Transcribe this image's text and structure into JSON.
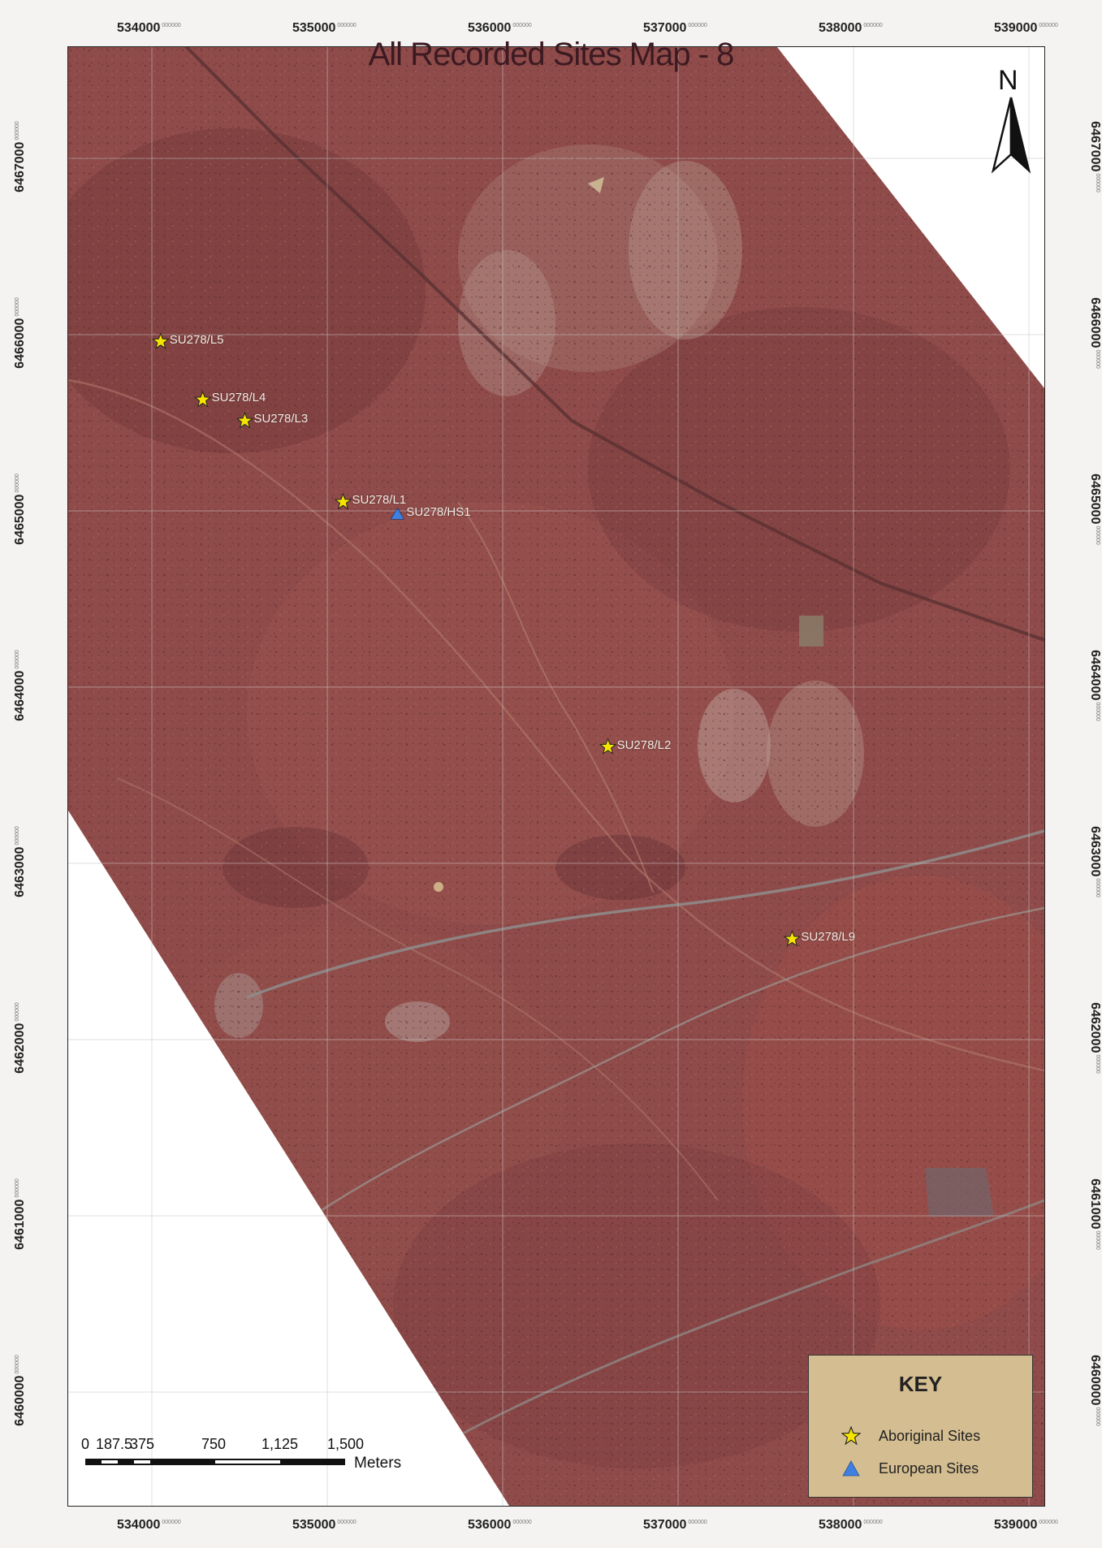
{
  "title": "All Recorded Sites Map - 8",
  "north_label": "N",
  "grid": {
    "easting_labels": [
      "534000",
      "535000",
      "536000",
      "537000",
      "538000",
      "539000"
    ],
    "northing_labels": [
      "6467000",
      "6466000",
      "6465000",
      "6464000",
      "6463000",
      "6462000",
      "6461000",
      "6460000"
    ],
    "tick_suffix": "000000"
  },
  "sites": [
    {
      "label": "SU278/L5",
      "type": "aboriginal",
      "easting": 534050,
      "northing": 6465960
    },
    {
      "label": "SU278/L4",
      "type": "aboriginal",
      "easting": 534290,
      "northing": 6465630
    },
    {
      "label": "SU278/L3",
      "type": "aboriginal",
      "easting": 534530,
      "northing": 6465510
    },
    {
      "label": "SU278/L1",
      "type": "aboriginal",
      "easting": 535090,
      "northing": 6465050
    },
    {
      "label": "SU278/HS1",
      "type": "european",
      "easting": 535400,
      "northing": 6464980
    },
    {
      "label": "SU278/L2",
      "type": "aboriginal",
      "easting": 536600,
      "northing": 6463660
    },
    {
      "label": "SU278/L9",
      "type": "aboriginal",
      "easting": 537650,
      "northing": 6462570
    }
  ],
  "key": {
    "title": "KEY",
    "items": [
      {
        "label": "Aboriginal Sites",
        "symbol": "star"
      },
      {
        "label": "European Sites",
        "symbol": "triangle"
      }
    ]
  },
  "scale_bar": {
    "labels": [
      "0",
      "187.5",
      "375",
      "750",
      "1,125",
      "1,500"
    ],
    "unit": "Meters"
  },
  "colors": {
    "imagery": "#8f4b49",
    "imagery_dark": "#6d3336",
    "road": "#8f8b8a",
    "aboriginal_star": "#f5e400",
    "european_triangle": "#3f7fe0",
    "key_background": "#d4bd90"
  }
}
